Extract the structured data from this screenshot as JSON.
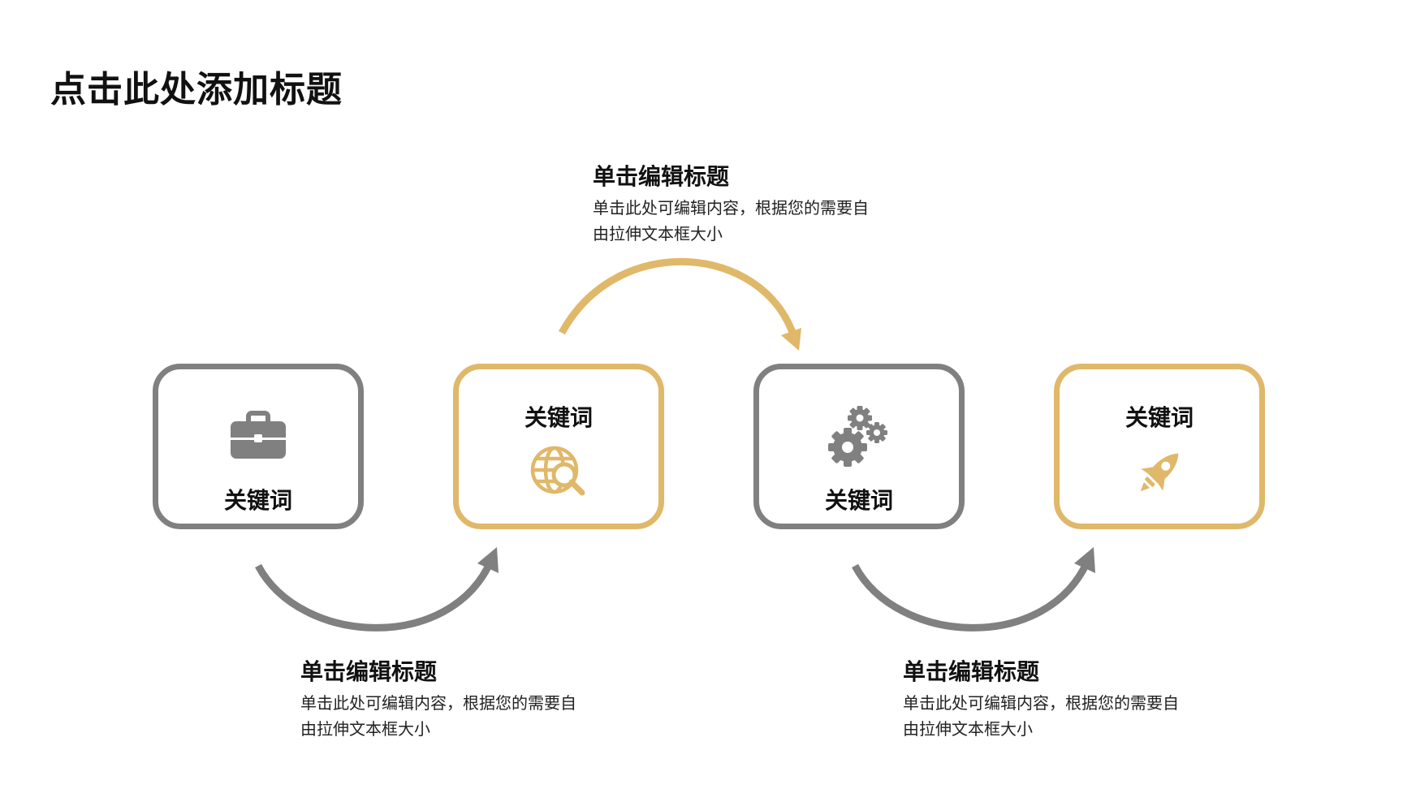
{
  "page": {
    "title": "点击此处添加标题"
  },
  "colors": {
    "gray": "#808080",
    "gold": "#E0B869",
    "text": "#111111"
  },
  "cards": [
    {
      "label": "关键词",
      "icon": "briefcase-icon",
      "accent": "gray"
    },
    {
      "label": "关键词",
      "icon": "globe-search-icon",
      "accent": "gold"
    },
    {
      "label": "关键词",
      "icon": "gears-icon",
      "accent": "gray"
    },
    {
      "label": "关键词",
      "icon": "rocket-icon",
      "accent": "gold"
    }
  ],
  "text_blocks": [
    {
      "title": "单击编辑标题",
      "desc": "单击此处可编辑内容，根据您的需要自由拉伸文本框大小"
    },
    {
      "title": "单击编辑标题",
      "desc": "单击此处可编辑内容，根据您的需要自由拉伸文本框大小"
    },
    {
      "title": "单击编辑标题",
      "desc": "单击此处可编辑内容，根据您的需要自由拉伸文本框大小"
    }
  ],
  "arrows": [
    {
      "from": "card-1",
      "to": "card-2",
      "direction": "below",
      "accent": "gray"
    },
    {
      "from": "card-2",
      "to": "card-3",
      "direction": "above",
      "accent": "gold"
    },
    {
      "from": "card-3",
      "to": "card-4",
      "direction": "below",
      "accent": "gray"
    }
  ]
}
